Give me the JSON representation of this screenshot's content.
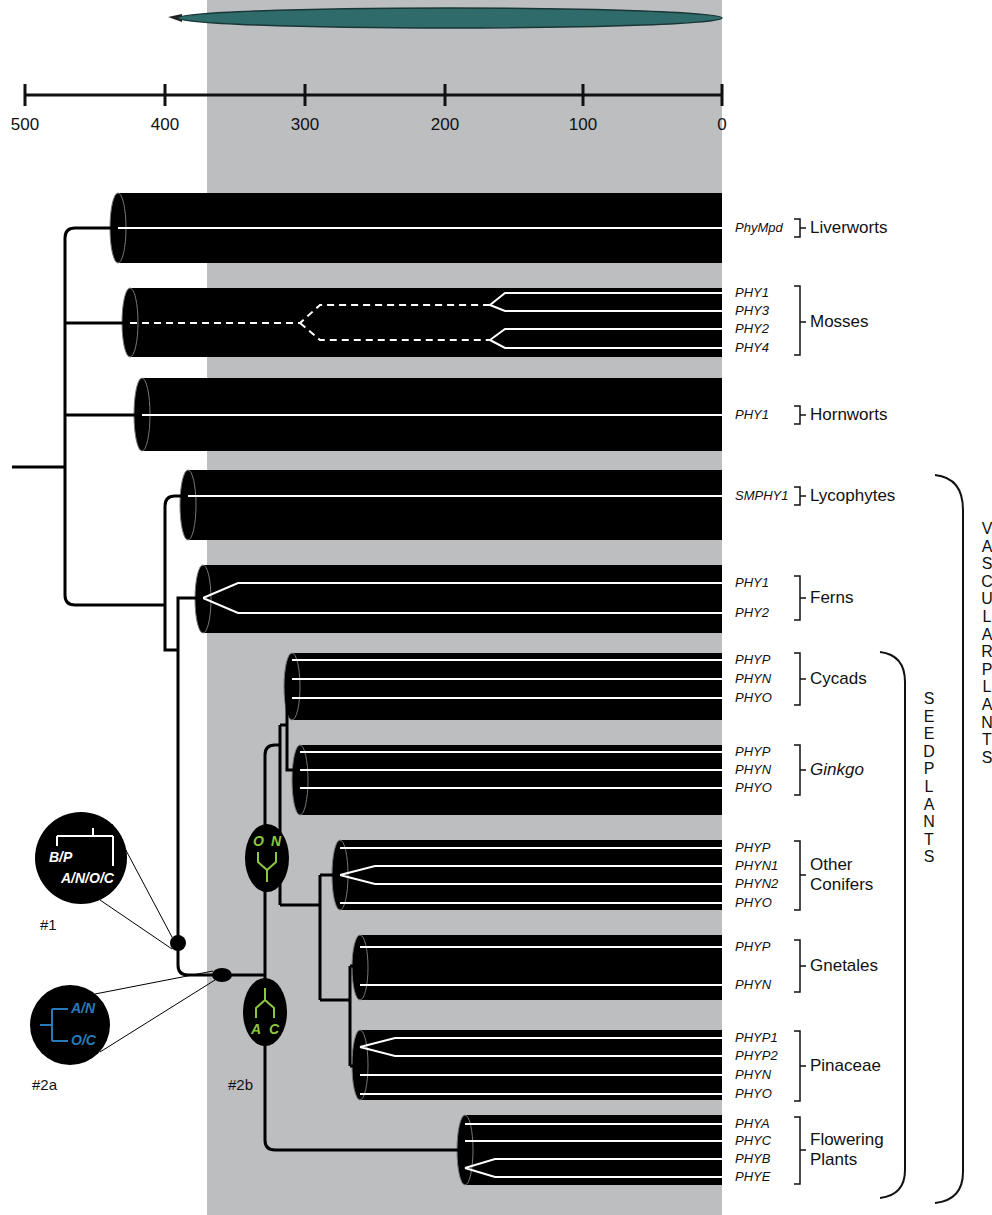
{
  "diagram": {
    "nodes": [
      {
        "text": [
          "B/P",
          "A/N/O/C"
        ]
      },
      {
        "text": [
          "A/N",
          "O/C"
        ]
      },
      {
        "text": [
          "O",
          "N"
        ]
      },
      {
        "text": [
          "A",
          "C"
        ]
      }
    ],
    "labels": [
      "500",
      "400",
      "300",
      "200",
      "100",
      "0",
      "PhyMpd",
      "Liverworts",
      "PHY1",
      "PHY3",
      "PHY2",
      "PHY4",
      "Mosses",
      "PHY1",
      "Hornworts",
      "SMPHY1",
      "Lycophytes",
      "PHY1",
      "PHY2",
      "Ferns",
      "PHYP",
      "PHYN",
      "PHYO",
      "Cycads",
      "PHYP",
      "PHYN",
      "PHYO",
      "Ginkgo",
      "PHYP",
      "PHYN1",
      "PHYN2",
      "PHYO",
      "Other Conifers",
      "PHYP",
      "PHYN",
      "Gnetales",
      "PHYP1",
      "PHYP2",
      "PHYN",
      "PHYO",
      "Pinaceae",
      "PHYA",
      "PHYC",
      "PHYB",
      "PHYE",
      "Flowering Plants",
      "VASCULAR PLANTS",
      "SEED PLANTS",
      "#1",
      "#2a",
      "#2b"
    ]
  }
}
